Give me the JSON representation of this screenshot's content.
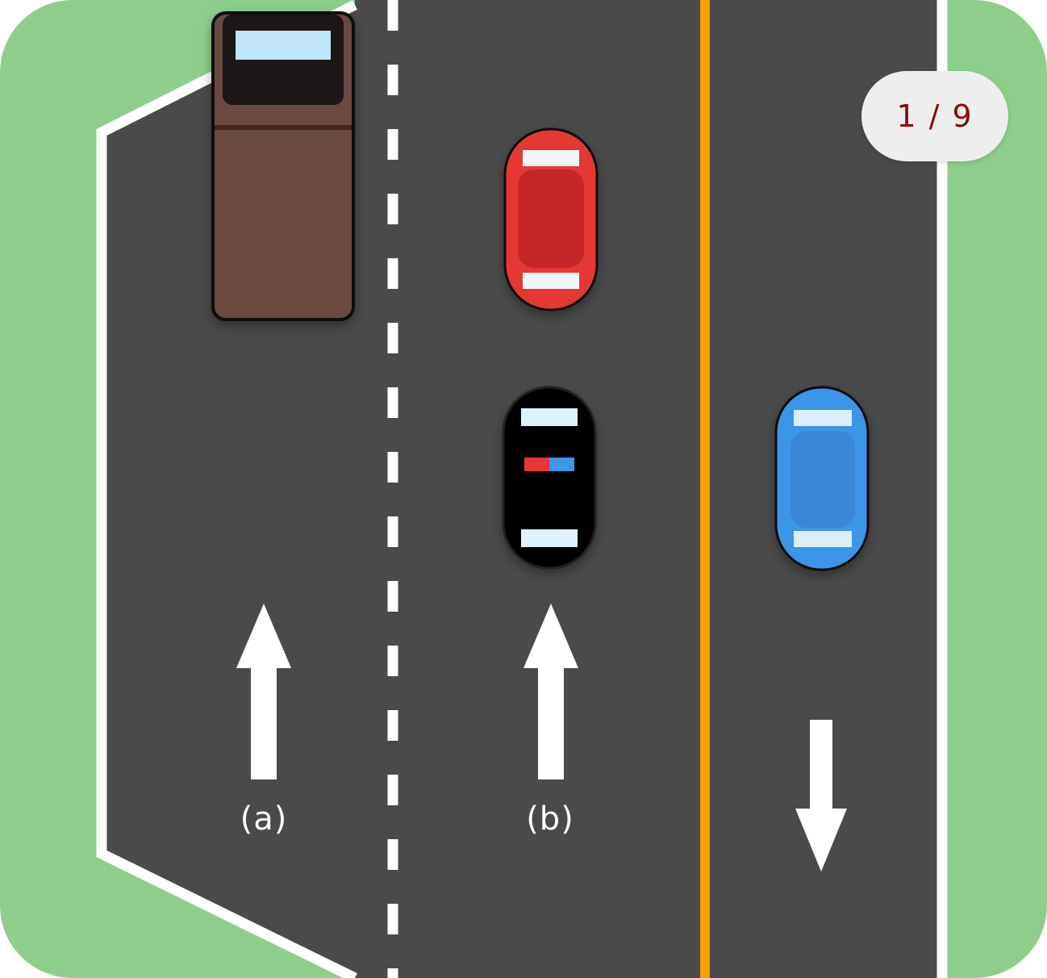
{
  "lanes": [
    {
      "label": "(a)",
      "direction": "up"
    },
    {
      "label": "(b)",
      "direction": "up"
    },
    {
      "label": "",
      "direction": "down"
    }
  ],
  "vehicles": [
    {
      "type": "truck",
      "color": "#6b4a3f"
    },
    {
      "type": "car",
      "color": "#e53935"
    },
    {
      "type": "police-car",
      "color": "#000000"
    },
    {
      "type": "car",
      "color": "#3b96e8"
    }
  ],
  "counter": {
    "text": "1 / 9"
  },
  "colors": {
    "grass": "#8dcf8a",
    "road": "#4a4a4a",
    "center_line": "#f5a300",
    "lane_marking": "#ffffff"
  }
}
